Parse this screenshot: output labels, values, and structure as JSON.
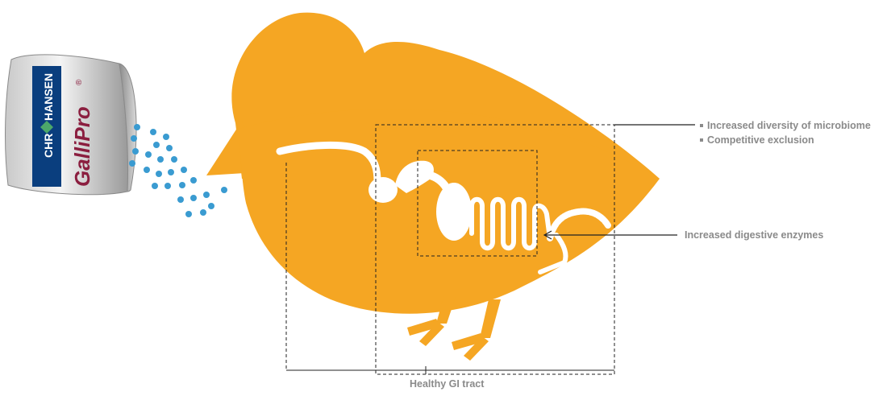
{
  "product": {
    "brand_line1": "CHR",
    "brand_line2": "HANSEN",
    "name": "GalliPro",
    "mark": "®"
  },
  "annotations": [
    "Increased diversity of microbiome",
    "Competitive exclusion",
    "Increased digestive enzymes"
  ],
  "bottom_label": "Healthy GI tract",
  "colors": {
    "chick": "#F5A623",
    "gut": "#FFFFFF",
    "pellets": "#3A9BD1",
    "brand_blue": "#0A3E7E",
    "brand_green": "#4CA86A",
    "product_red": "#8B1E3F",
    "text": "#8A8A8A",
    "lines": "#222222"
  }
}
